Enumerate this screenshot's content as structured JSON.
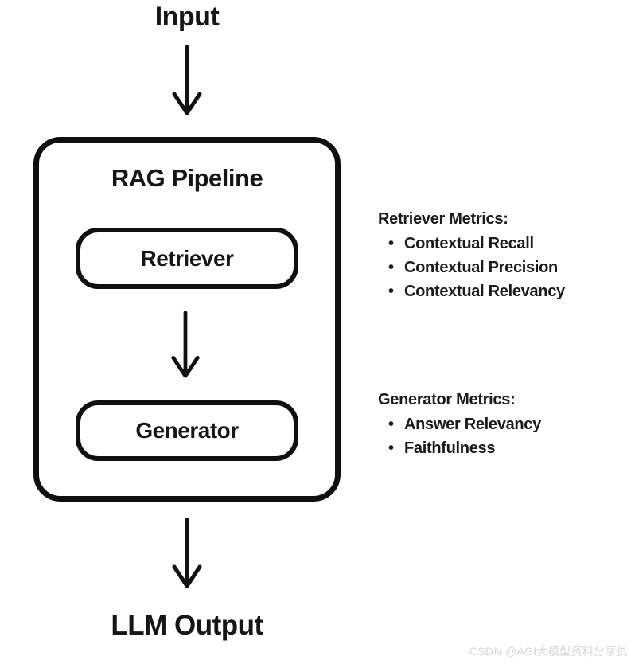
{
  "diagram": {
    "input_label": "Input",
    "output_label": "LLM Output",
    "pipeline": {
      "title": "RAG Pipeline",
      "nodes": [
        {
          "label": "Retriever"
        },
        {
          "label": "Generator"
        }
      ]
    },
    "metrics": [
      {
        "heading": "Retriever Metrics:",
        "items": [
          "Contextual Recall",
          "Contextual Precision",
          "Contextual Relevancy"
        ]
      },
      {
        "heading": "Generator Metrics:",
        "items": [
          "Answer Relevancy",
          "Faithfulness"
        ]
      }
    ],
    "watermark": "CSDN @AGI大模型资料分享员",
    "colors": {
      "stroke": "#0f0f0f",
      "text": "#161616",
      "background": "#ffffff",
      "watermark": "#d6d6d6"
    }
  }
}
